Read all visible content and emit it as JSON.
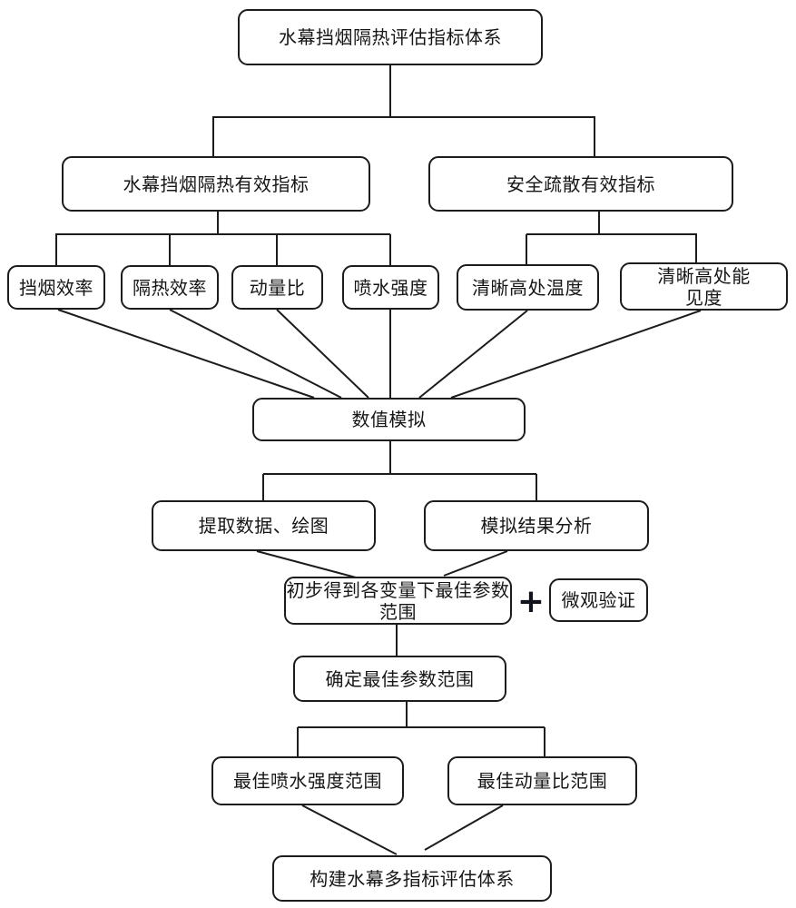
{
  "diagram": {
    "background": "#ffffff",
    "line_color": "#1c1c1c",
    "box_border_color": "#1c1c1c",
    "box_fill": "#ffffff",
    "text_color": "#161616",
    "nodes": {
      "root": {
        "label": "水幕挡烟隔热评估指标体系"
      },
      "effective_index": {
        "label": "水幕挡烟隔热有效指标"
      },
      "evacuation_index": {
        "label": "安全疏散有效指标"
      },
      "smoke_block_eff": {
        "label": "挡烟效率"
      },
      "insulation_eff": {
        "label": "隔热效率"
      },
      "momentum_ratio": {
        "label": "动量比"
      },
      "spray_intensity": {
        "label": "喷水强度"
      },
      "clear_height_temp": {
        "label": "清晰高处温度"
      },
      "clear_height_visibility": {
        "label": "清晰高处能\n见度"
      },
      "numerical_simulation": {
        "label": "数值模拟"
      },
      "extract_data": {
        "label": "提取数据、绘图"
      },
      "result_analysis": {
        "label": "模拟结果分析"
      },
      "preliminary_range": {
        "label": "初步得到各变量下最佳参数\n范围"
      },
      "plus": {
        "label": "+"
      },
      "micro_validation": {
        "label": "微观验证"
      },
      "confirm_range": {
        "label": "确定最佳参数范围"
      },
      "best_spray_range": {
        "label": "最佳喷水强度范围"
      },
      "best_momentum_range": {
        "label": "最佳动量比范围"
      },
      "build_system": {
        "label": "构建水幕多指标评估体系"
      }
    },
    "edges": [
      {
        "from": "root",
        "to": "effective_index"
      },
      {
        "from": "root",
        "to": "evacuation_index"
      },
      {
        "from": "effective_index",
        "to": "smoke_block_eff"
      },
      {
        "from": "effective_index",
        "to": "insulation_eff"
      },
      {
        "from": "effective_index",
        "to": "momentum_ratio"
      },
      {
        "from": "effective_index",
        "to": "spray_intensity"
      },
      {
        "from": "evacuation_index",
        "to": "clear_height_temp"
      },
      {
        "from": "evacuation_index",
        "to": "clear_height_visibility"
      },
      {
        "from": "smoke_block_eff",
        "to": "numerical_simulation"
      },
      {
        "from": "insulation_eff",
        "to": "numerical_simulation"
      },
      {
        "from": "momentum_ratio",
        "to": "numerical_simulation"
      },
      {
        "from": "spray_intensity",
        "to": "numerical_simulation"
      },
      {
        "from": "clear_height_temp",
        "to": "numerical_simulation"
      },
      {
        "from": "clear_height_visibility",
        "to": "numerical_simulation"
      },
      {
        "from": "numerical_simulation",
        "to": "extract_data"
      },
      {
        "from": "numerical_simulation",
        "to": "result_analysis"
      },
      {
        "from": "extract_data",
        "to": "preliminary_range"
      },
      {
        "from": "result_analysis",
        "to": "preliminary_range"
      },
      {
        "from": "preliminary_range",
        "to": "confirm_range",
        "note": "+ 微观验证"
      },
      {
        "from": "confirm_range",
        "to": "best_spray_range"
      },
      {
        "from": "confirm_range",
        "to": "best_momentum_range"
      },
      {
        "from": "best_spray_range",
        "to": "build_system"
      },
      {
        "from": "best_momentum_range",
        "to": "build_system"
      }
    ]
  }
}
